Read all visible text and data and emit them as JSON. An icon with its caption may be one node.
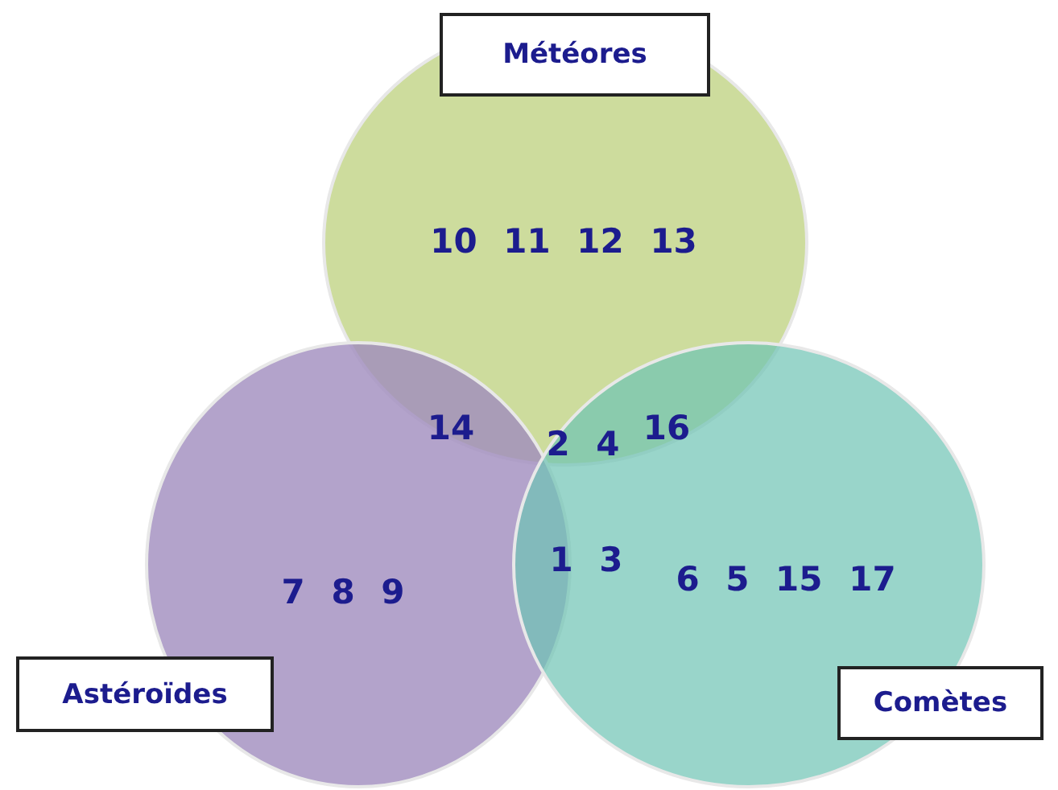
{
  "diagram": {
    "nodes": [
      {
        "text": [
          "Météores"
        ]
      },
      {
        "text": [
          "Astéroïdes"
        ]
      },
      {
        "text": [
          "Comètes"
        ]
      },
      {
        "text": [],
        "shape": "circle"
      },
      {
        "text": [],
        "shape": "circle"
      },
      {
        "text": [],
        "shape": "circle"
      }
    ],
    "edges": [],
    "labels": [
      "10 11 12 13",
      "14",
      "2 4",
      "16",
      "7 8 9",
      "1 3",
      "6 5 15 17"
    ]
  }
}
